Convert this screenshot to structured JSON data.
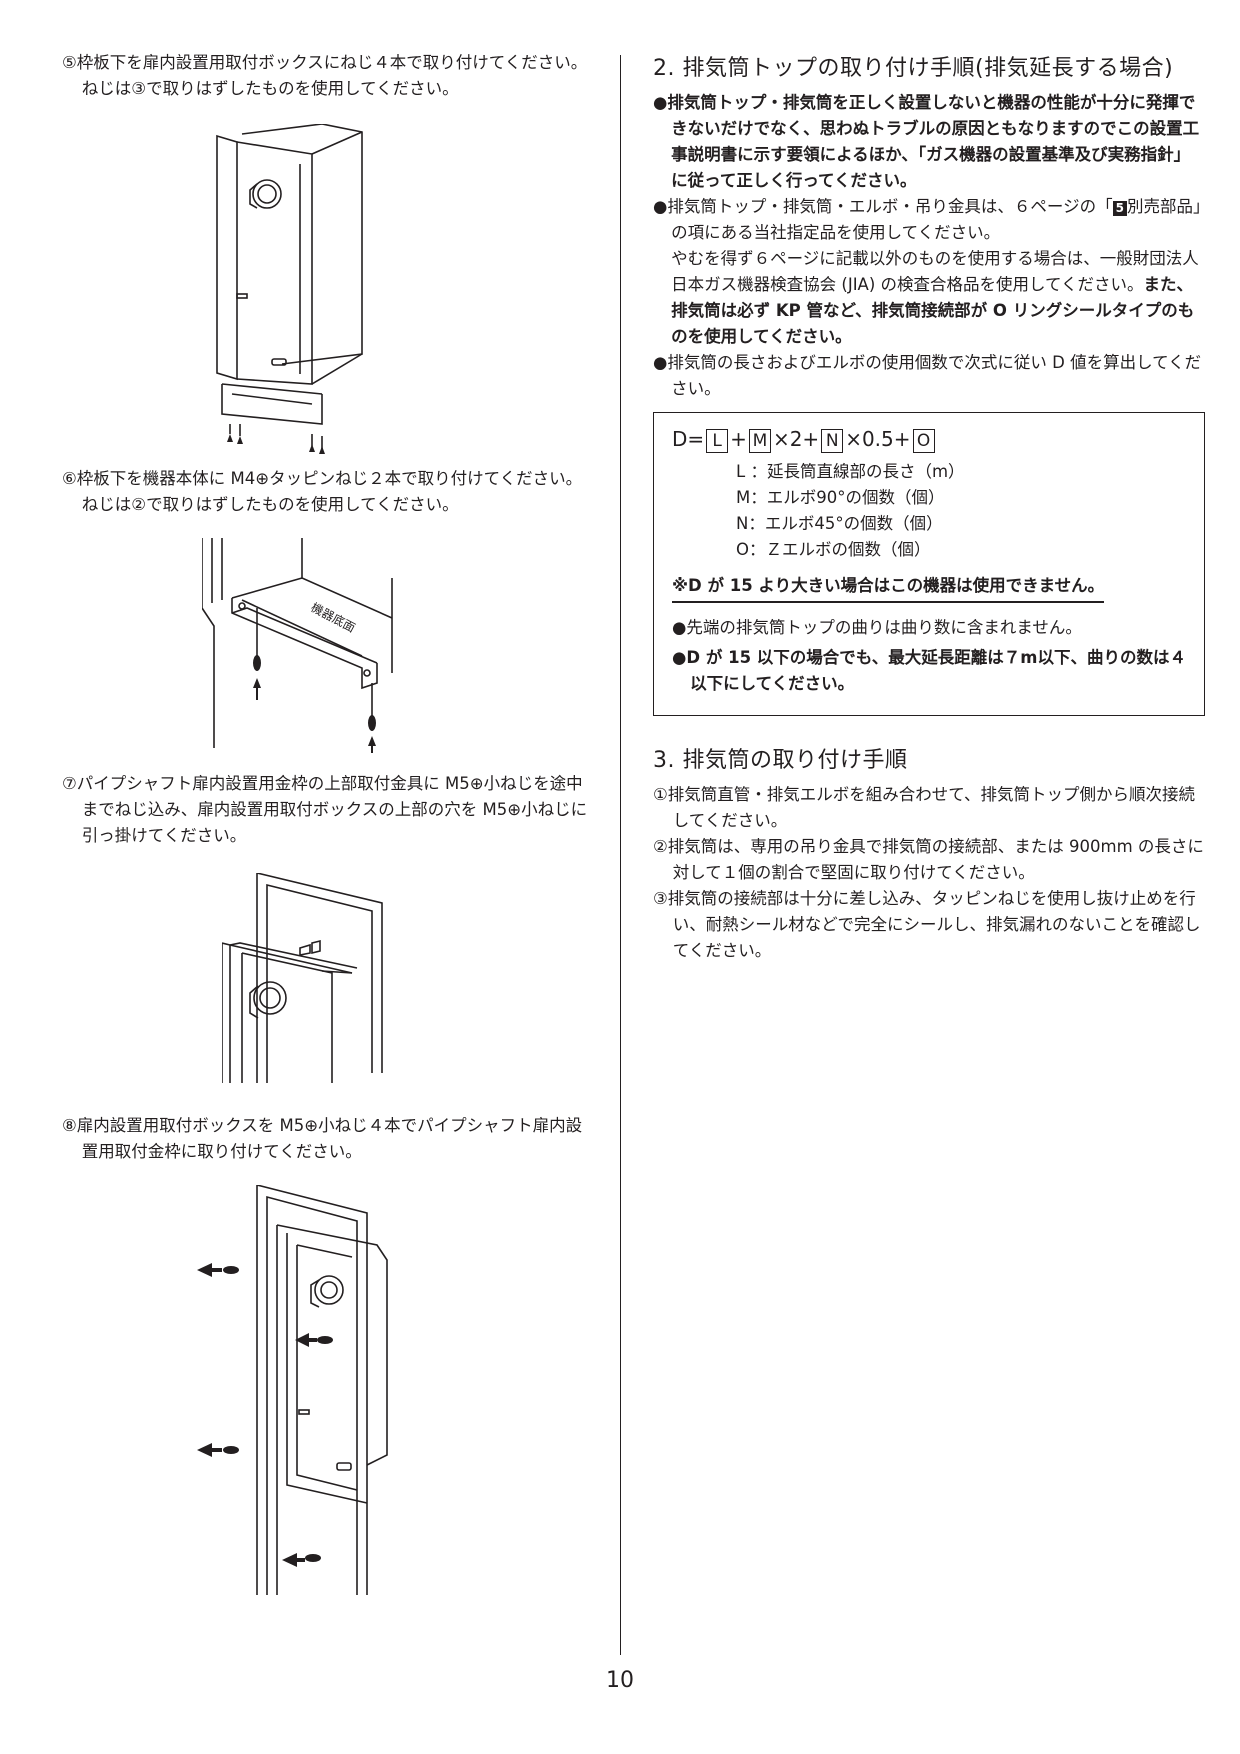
{
  "left": {
    "step5": "⑤枠板下を扉内設置用取付ボックスにねじ４本で取り付けてください。ねじは③で取りはずしたものを使用してください。",
    "step6": "⑥枠板下を機器本体に M4⊕タッピンねじ２本で取り付けてください。ねじは②で取りはずしたものを使用してください。",
    "fig2_label": "機器底面",
    "step7": "⑦パイプシャフト扉内設置用金枠の上部取付金具に M5⊕小ねじを途中までねじ込み、扉内設置用取付ボックスの上部の穴を M5⊕小ねじに引っ掛けてください。",
    "step8": "⑧扉内設置用取付ボックスを M5⊕小ねじ４本でパイプシャフト扉内設置用取付金枠に取り付けてください。"
  },
  "right": {
    "h2": "2. 排気筒トップの取り付け手順(排気延長する場合)",
    "b1": "●排気筒トップ・排気筒を正しく設置しないと機器の性能が十分に発揮できないだけでなく、思わぬトラブルの原因ともなりますのでこの設置工事説明書に示す要領によるほか、「ガス機器の設置基準及び実務指針」に従って正しく行ってください。",
    "b2_pre": "●排気筒トップ・排気筒・エルボ・吊り金具は、６ページの「",
    "b2_num": "5",
    "b2_post": "別売部品」の項にある当社指定品を使用してください。",
    "b2_cont": "やむを得ず６ページに記載以外のものを使用する場合は、一般財団法人日本ガス機器検査協会 (JIA) の検査合格品を使用してください。",
    "b2_bold": "また、排気筒は必ず KP 管など、排気筒接続部が O リングシールタイプのものを使用してください。",
    "b3": "●排気筒の長さおよびエルボの使用個数で次式に従い D 値を算出してください。",
    "formula": {
      "d": "D=",
      "plus": "+",
      "times2": "×2+",
      "times05": "×0.5+",
      "L": "L",
      "M": "M",
      "N": "N",
      "O": "O"
    },
    "legend": [
      "L ：延長筒直線部の長さ（m）",
      "M：エルボ90°の個数（個）",
      "N：エルボ45°の個数（個）",
      "O：Ｚエルボの個数（個）"
    ],
    "warn": "※D が 15 より大きい場合はこの機器は使用できません。",
    "note1": "●先端の排気筒トップの曲りは曲り数に含まれません。",
    "note2": "●D が 15 以下の場合でも、最大延長距離は７m以下、曲りの数は４以下にしてください。",
    "h3": "3. 排気筒の取り付け手順",
    "s1": "①排気筒直管・排気エルボを組み合わせて、排気筒トップ側から順次接続してください。",
    "s2": "②排気筒は、専用の吊り金具で排気筒の接続部、または 900mm の長さに対して１個の割合で堅固に取り付けてください。",
    "s3": "③排気筒の接続部は十分に差し込み、タッピンねじを使用し抜け止めを行い、耐熱シール材などで完全にシールし、排気漏れのないことを確認してください。"
  },
  "page_number": "10"
}
